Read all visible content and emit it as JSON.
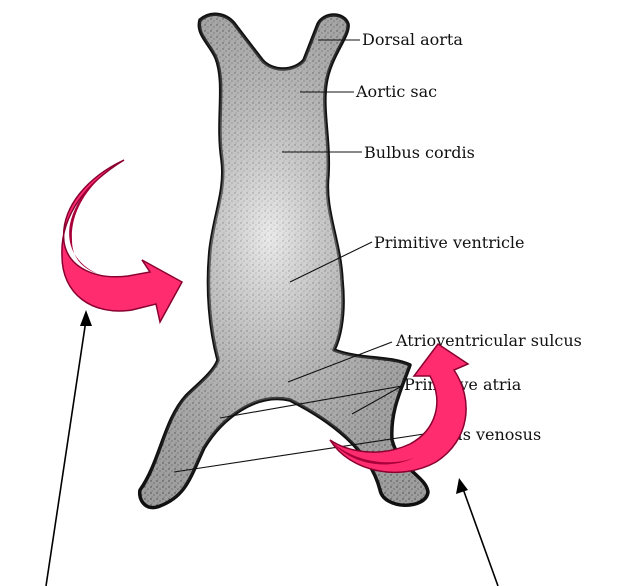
{
  "diagram": {
    "labels": {
      "dorsal_aorta": "Dorsal aorta",
      "aortic_sac": "Aortic sac",
      "bulbus_cordis": "Bulbus cordis",
      "primitive_ventricle": "Primitive ventricle",
      "atrioventricular_sulcus": "Atrioventricular sulcus",
      "primitive_atria": "Primitive atria",
      "sinus_venosus": "Sinus venosus"
    },
    "colors": {
      "tissue_fill": "#c9c9c9",
      "tissue_outline": "#111111",
      "arrow_fill": "#ff2d6f",
      "arrow_dark": "#a8003a",
      "text": "#111111"
    },
    "icons": {
      "curved_arrow_left": "curved-arrow-icon",
      "curved_arrow_right": "curved-arrow-icon"
    }
  }
}
